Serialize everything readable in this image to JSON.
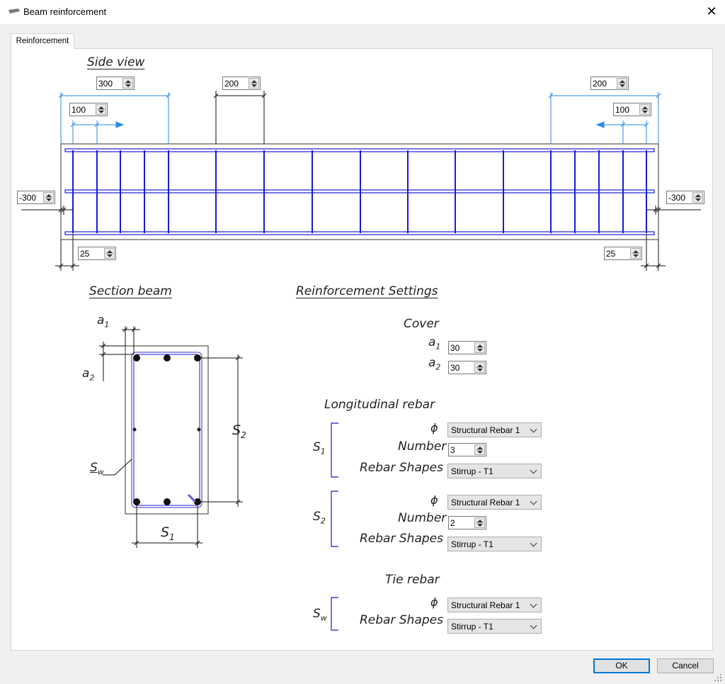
{
  "window": {
    "title": "Beam reinforcement"
  },
  "tabs": [
    {
      "label": "Reinforcement"
    }
  ],
  "side_view": {
    "title": "Side view",
    "left_zone_length": "300",
    "left_spacing": "100",
    "middle_spacing": "200",
    "right_zone_length": "200",
    "right_spacing": "100",
    "left_offset": "-300",
    "right_offset": "-300",
    "left_end_cover": "25",
    "right_end_cover": "25"
  },
  "section": {
    "title": "Section beam",
    "a1": "a",
    "a1_sub": "1",
    "a2": "a",
    "a2_sub": "2",
    "s1": "S",
    "s1_sub": "1",
    "s2": "S",
    "s2_sub": "2",
    "sw": "S",
    "sw_sub": "w"
  },
  "settings": {
    "title": "Reinforcement Settings",
    "cover": {
      "label": "Cover",
      "a1_label": "a",
      "a1_sub": "1",
      "a1_value": "30",
      "a2_label": "a",
      "a2_sub": "2",
      "a2_value": "30"
    },
    "longitudinal": {
      "label": "Longitudinal  rebar",
      "s1": {
        "group": "S",
        "group_sub": "1",
        "phi_label": "ϕ",
        "phi_value": "Structural Rebar 1",
        "number_label": "Number",
        "number_value": "3",
        "shapes_label": "Rebar Shapes",
        "shapes_value": "Stirrup - T1"
      },
      "s2": {
        "group": "S",
        "group_sub": "2",
        "phi_label": "ϕ",
        "phi_value": "Structural Rebar 1",
        "number_label": "Number",
        "number_value": "2",
        "shapes_label": "Rebar Shapes",
        "shapes_value": "Stirrup - T1"
      }
    },
    "tie": {
      "label": "Tie rebar",
      "group": "S",
      "group_sub": "w",
      "phi_label": "ϕ",
      "phi_value": "Structural Rebar 1",
      "shapes_label": "Rebar Shapes",
      "shapes_value": "Stirrup - T1"
    }
  },
  "footer": {
    "ok": "OK",
    "cancel": "Cancel"
  },
  "colors": {
    "rebar": "#1a1ad6",
    "dim_blue": "#2a8ae6",
    "ok_border": "#0078d7"
  }
}
